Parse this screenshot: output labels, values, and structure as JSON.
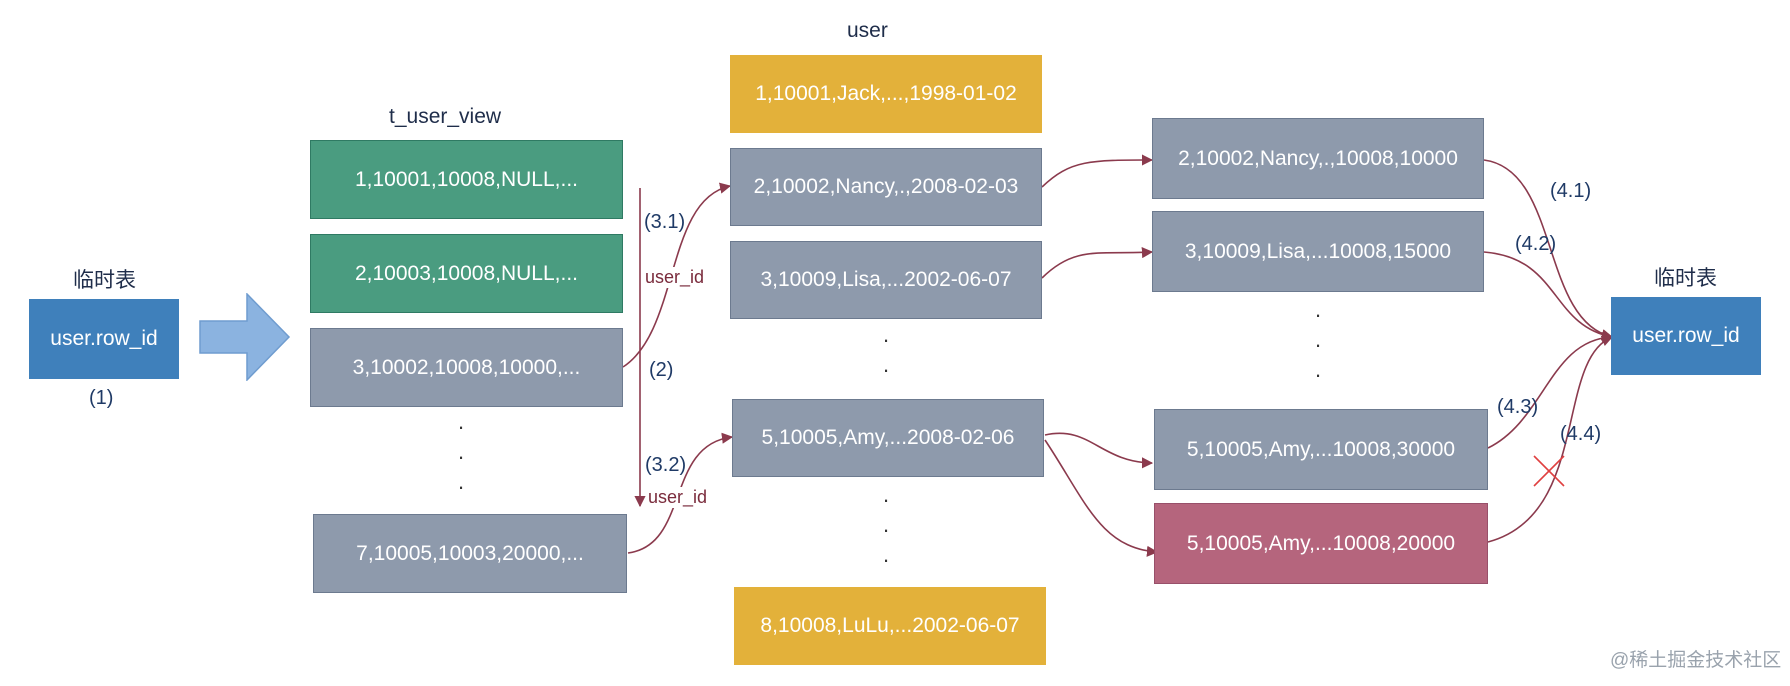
{
  "temp_table_left": {
    "title": "临时表",
    "label": "user.row_id",
    "step": "(1)"
  },
  "t_user_view": {
    "title": "t_user_view",
    "rows": [
      "1,10001,10008,NULL,...",
      "2,10003,10008,NULL,...",
      "3,10002,10008,10000,...",
      "7,10005,10003,20000,..."
    ]
  },
  "user": {
    "title": "user",
    "rows": [
      "1,10001,Jack,...,1998-01-02",
      "2,10002,Nancy,.,2008-02-03",
      "3,10009,Lisa,...2002-06-07",
      "5,10005,Amy,...2008-02-06",
      "8,10008,LuLu,...2002-06-07"
    ]
  },
  "results": {
    "rows": [
      "2,10002,Nancy,.,10008,10000",
      "3,10009,Lisa,...10008,15000",
      "5,10005,Amy,...10008,30000",
      "5,10005,Amy,...10008,20000"
    ]
  },
  "temp_table_right": {
    "title": "临时表",
    "label": "user.row_id"
  },
  "steps": {
    "s2": "(2)",
    "s31": "(3.1)",
    "s32": "(3.2)",
    "s41": "(4.1)",
    "s42": "(4.2)",
    "s43": "(4.3)",
    "s44": "(4.4)"
  },
  "join_key": {
    "upper": "user_id",
    "lower": "user_id"
  },
  "watermark": "@稀土掘金技术社区",
  "colors": {
    "green": "#4a9c80",
    "gray": "#8e9aac",
    "yellow": "#e3b13a",
    "blue": "#3f80bb",
    "pink": "#b5657d",
    "arrow": "#8b3a4d"
  }
}
